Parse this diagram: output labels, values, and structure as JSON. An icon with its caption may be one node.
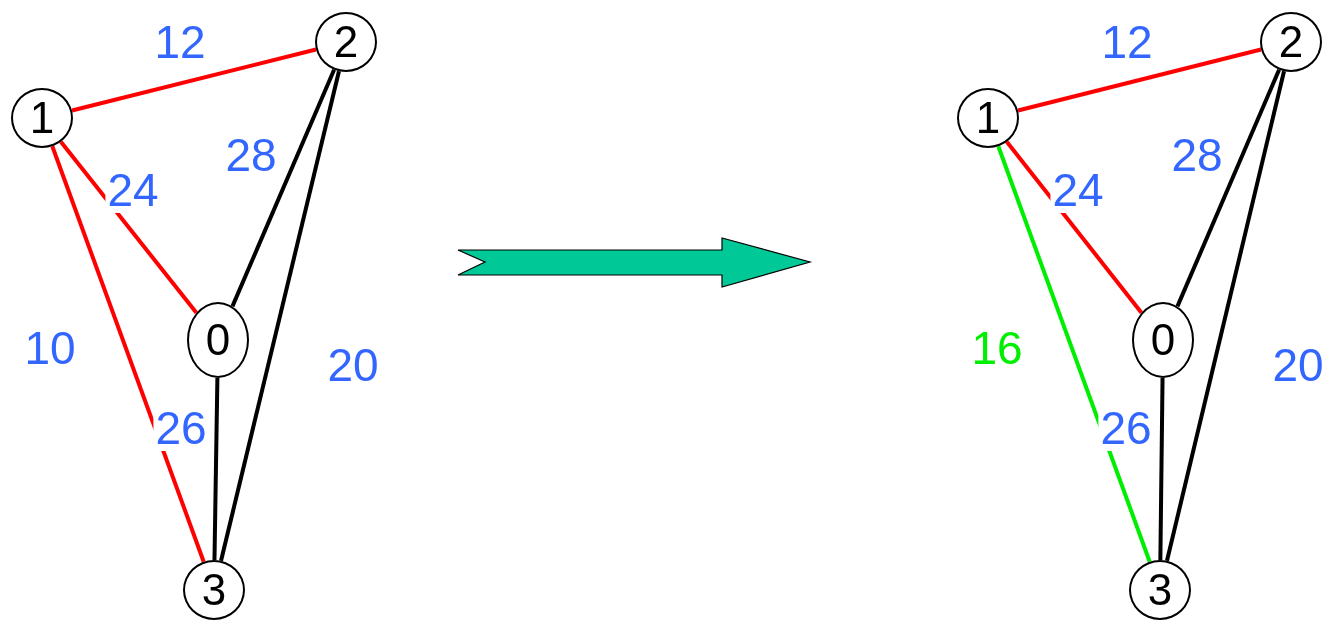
{
  "diagram": {
    "nodes": [
      {
        "text": [
          "0"
        ]
      },
      {
        "text": [
          "1"
        ]
      },
      {
        "text": [
          "2"
        ]
      },
      {
        "text": [
          "3"
        ]
      },
      {
        "text": [
          "0"
        ]
      },
      {
        "text": [
          "1"
        ]
      },
      {
        "text": [
          "2"
        ]
      },
      {
        "text": [
          "3"
        ]
      }
    ],
    "edges": [
      {
        "from": 1,
        "to": 2,
        "arrow": "none",
        "label": "12",
        "color": "#ff0000"
      },
      {
        "from": 1,
        "to": 0,
        "arrow": "none",
        "label": "24",
        "color": "#ff0000"
      },
      {
        "from": 2,
        "to": 0,
        "arrow": "none",
        "label": "28"
      },
      {
        "from": 1,
        "to": 3,
        "arrow": "none",
        "label": "10",
        "color": "#ff0000"
      },
      {
        "from": 0,
        "to": 3,
        "arrow": "none",
        "label": "26"
      },
      {
        "from": 2,
        "to": 3,
        "arrow": "none",
        "label": "20"
      },
      {
        "from": 5,
        "to": 6,
        "arrow": "none",
        "label": "12",
        "color": "#ff0000"
      },
      {
        "from": 5,
        "to": 4,
        "arrow": "none",
        "label": "24",
        "color": "#ff0000"
      },
      {
        "from": 6,
        "to": 4,
        "arrow": "none",
        "label": "28"
      },
      {
        "from": 5,
        "to": 7,
        "arrow": "none",
        "label": "16",
        "color": "#00ee00"
      },
      {
        "from": 4,
        "to": 7,
        "arrow": "none",
        "label": "26"
      },
      {
        "from": 6,
        "to": 7,
        "arrow": "none",
        "label": "20"
      }
    ]
  }
}
